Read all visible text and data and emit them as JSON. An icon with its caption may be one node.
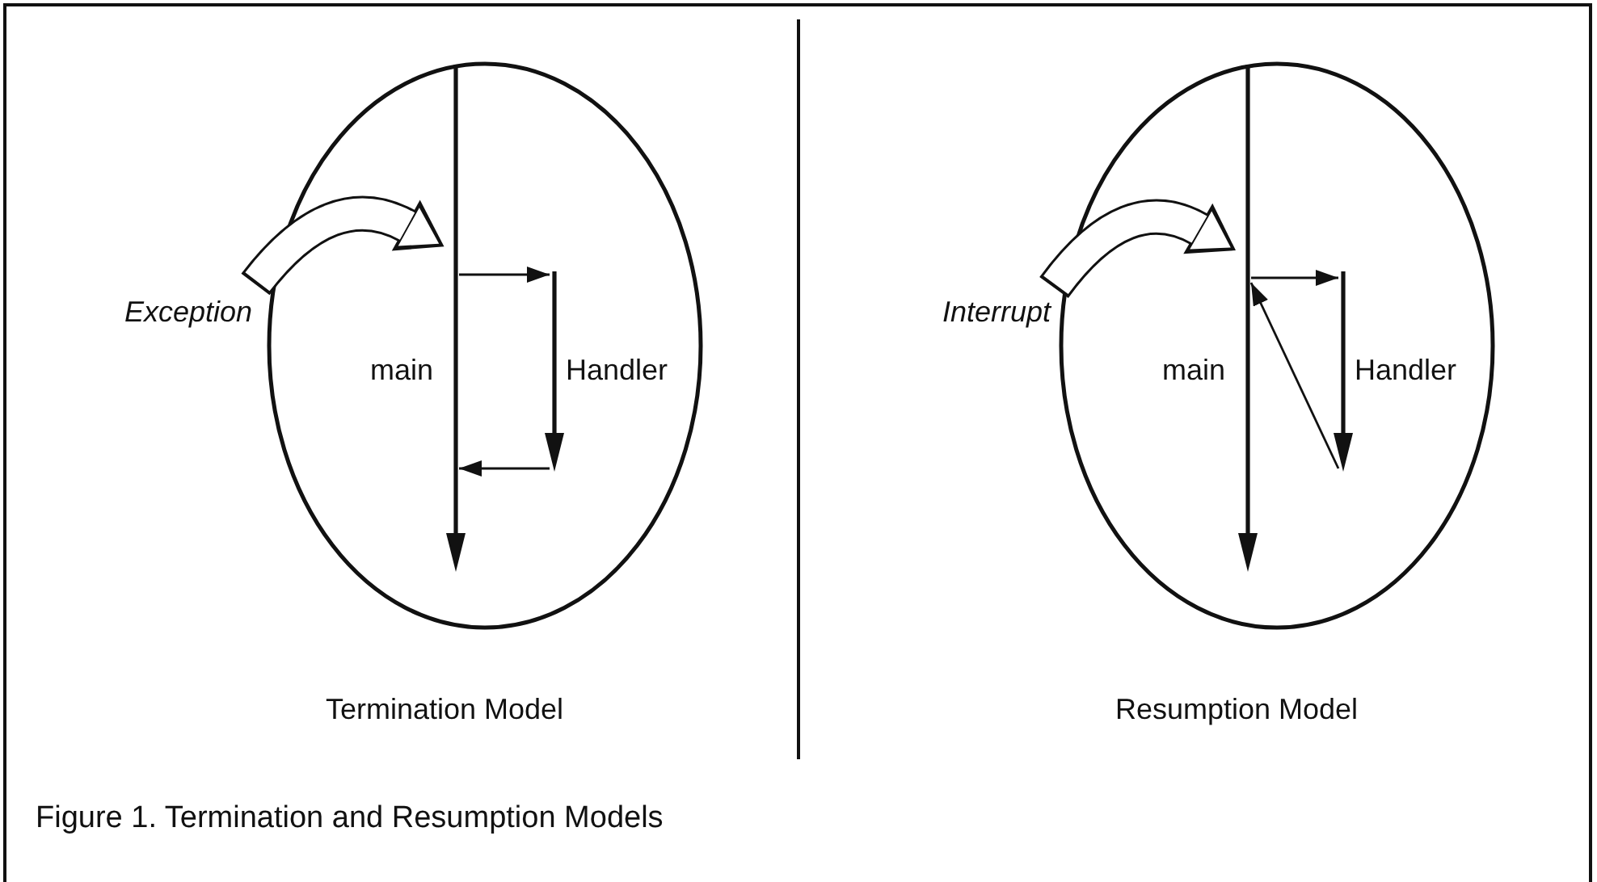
{
  "diagram": {
    "caption": "Figure 1. Termination and Resumption Models",
    "nodes": [
      {
        "text": [],
        "shape": "ellipse",
        "beside": [
          "Termination Model"
        ]
      },
      {
        "text": [
          "main"
        ],
        "in": 0
      },
      {
        "text": [
          "Handler"
        ],
        "in": 0
      },
      {
        "text": [
          "Exception"
        ]
      },
      {
        "text": [],
        "shape": "ellipse",
        "beside": [
          "Resumption Model"
        ]
      },
      {
        "text": [
          "main"
        ],
        "in": 4
      },
      {
        "text": [
          "Handler"
        ],
        "in": 4
      },
      {
        "text": [
          "Interrupt"
        ]
      }
    ],
    "edges": [
      {
        "from": 3,
        "to": 1,
        "arrow": "to",
        "style": "thick"
      },
      {
        "from": 1,
        "to": 2,
        "arrow": "to"
      },
      {
        "from": 2,
        "to": 1,
        "arrow": "to"
      },
      {
        "from": 7,
        "to": 5,
        "arrow": "to",
        "style": "thick"
      },
      {
        "from": 5,
        "to": 6,
        "arrow": "to"
      },
      {
        "from": 6,
        "to": 5,
        "arrow": "to"
      }
    ]
  }
}
